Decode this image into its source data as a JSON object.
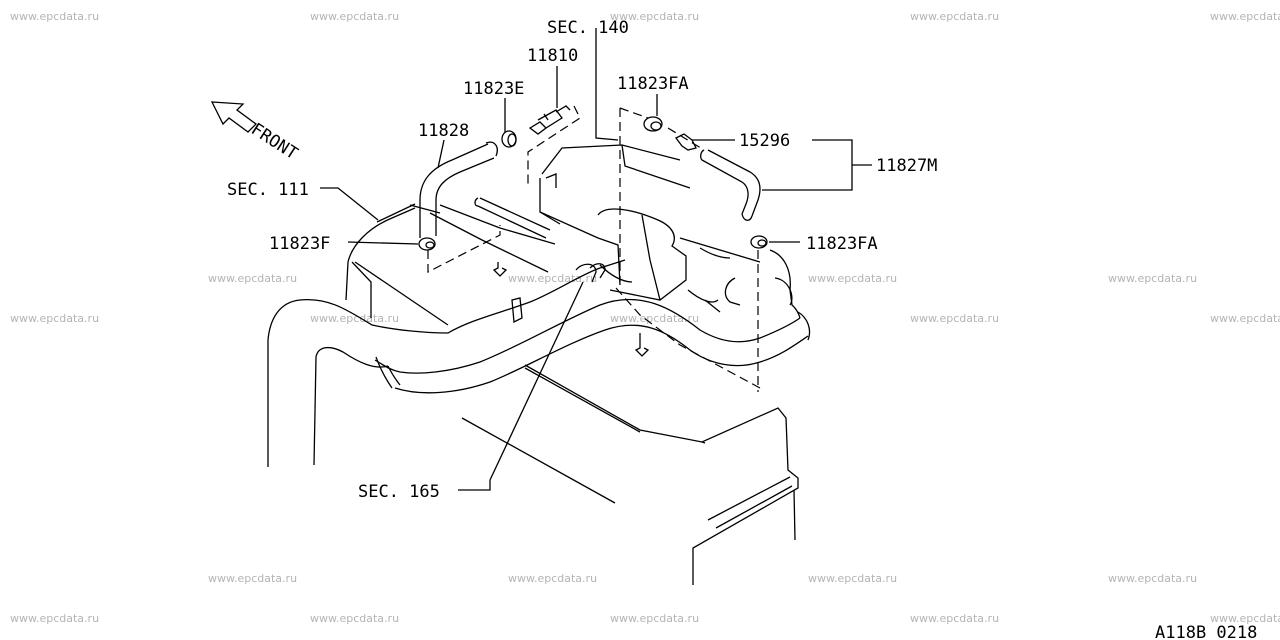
{
  "watermark": "www.epcdata.ru",
  "front_label": "FRONT",
  "diagram_code": "A118B 0218",
  "callouts": {
    "sec_140": "SEC. 140",
    "p11810": "11810",
    "p11823E": "11823E",
    "p11828": "11828",
    "p11823FA_top": "11823FA",
    "p15296": "15296",
    "p11827M": "11827M",
    "sec_111": "SEC. 111",
    "p11823F": "11823F",
    "p11823FA_right": "11823FA",
    "sec_165": "SEC. 165"
  },
  "colors": {
    "line": "#000000",
    "watermark": "#b4b4b4",
    "background": "#ffffff"
  }
}
